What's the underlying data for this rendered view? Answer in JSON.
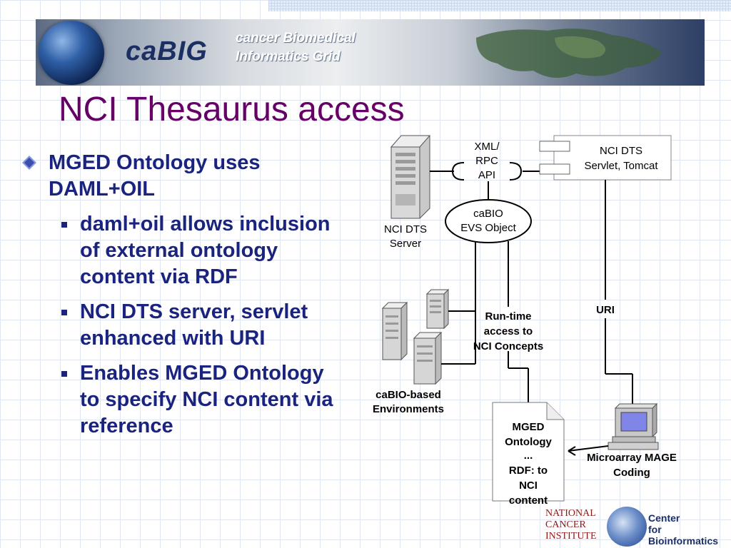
{
  "header": {
    "logo_text": "caBIG",
    "tagline_line1": "cancer Biomedical",
    "tagline_line2": "Informatics Grid"
  },
  "slide": {
    "title": "NCI Thesaurus access"
  },
  "bullets": {
    "main": "MGED Ontology uses DAML+OIL",
    "sub": [
      "daml+oil allows inclusion of external ontology content via RDF",
      "NCI DTS server, servlet enhanced with URI",
      "Enables MGED Ontology to specify NCI content via reference"
    ]
  },
  "diagram": {
    "server_label": [
      "NCI DTS",
      "Server"
    ],
    "api_label": [
      "XML/",
      "RPC",
      "API"
    ],
    "servlet_label": [
      "NCI DTS",
      "Servlet, Tomcat"
    ],
    "evs_label": [
      "caBIO",
      "EVS Object"
    ],
    "uri_label": "URI",
    "runtime_label": [
      "Run-time",
      "access to",
      "NCI Concepts"
    ],
    "environments_label": [
      "caBIO-based",
      "Environments"
    ],
    "ontology_label": [
      "MGED",
      "Ontology",
      "...",
      "RDF: to",
      "NCI",
      "content"
    ],
    "coding_label": [
      "Microarray MAGE",
      "Coding"
    ]
  },
  "footer": {
    "nci_logo_lines": [
      "NATIONAL",
      "CANCER",
      "INSTITUTE"
    ],
    "center_lines": [
      "Center",
      "for",
      "Bioinformatics"
    ]
  }
}
